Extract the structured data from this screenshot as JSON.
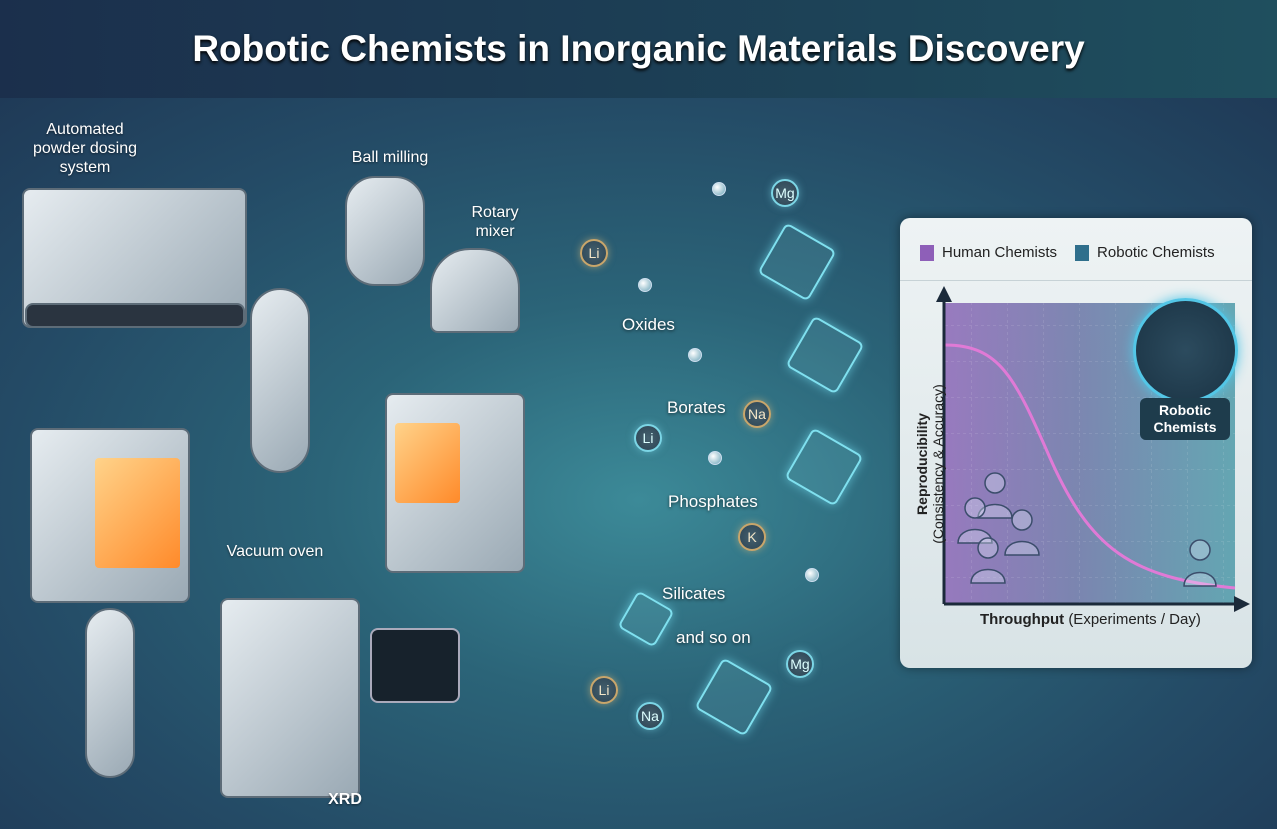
{
  "title": "Robotic Chemists in Inorganic Materials Discovery",
  "lab": {
    "powder_dosing": "Automated powder dosing system",
    "ball_milling": "Ball milling",
    "rotary_mixer": "Rotary mixer",
    "vacuum_oven": "Vacuum oven",
    "xrd": "XRD"
  },
  "materials": {
    "oxides": "Oxides",
    "borates": "Borates",
    "phosphates": "Phosphates",
    "silicates": "Silicates",
    "more": "and so on"
  },
  "elements": [
    "Mg",
    "Li",
    "Na",
    "Li",
    "K",
    "Mg",
    "Li",
    "Na"
  ],
  "chart": {
    "legend": [
      "Human Chemists",
      "Robotic Chemists"
    ],
    "legend_colors": [
      "#8e5fb8",
      "#2f6f8c"
    ],
    "ylabel_main": "Reproducibility",
    "ylabel_sub": "(Consistency & Accuracy)",
    "xlabel_main": "Throughput",
    "xlabel_sub": "(Experiments / Day)",
    "badge": "Robotic Chemists"
  }
}
